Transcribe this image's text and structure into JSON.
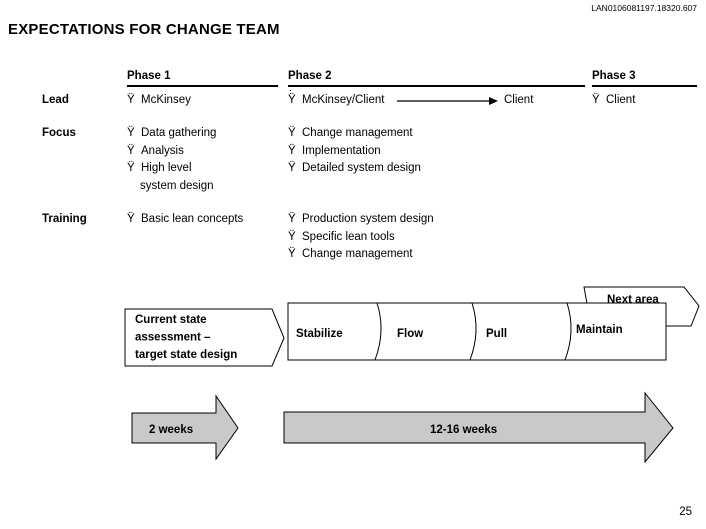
{
  "doc_id": "LAN0106081197.18320.607",
  "title": "EXPECTATIONS FOR CHANGE TEAM",
  "bullet_char": "Ÿ",
  "stray_mark": ".",
  "page_number": "25",
  "table": {
    "headers": [
      "Phase 1",
      "Phase 2",
      "Phase 3"
    ],
    "lead": {
      "label": "Lead",
      "phase1": "McKinsey",
      "phase2_from": "McKinsey/Client",
      "phase2_to": "Client",
      "phase3": "Client"
    },
    "focus": {
      "label": "Focus",
      "phase1": [
        "Data gathering",
        "Analysis",
        "High level",
        "system design"
      ],
      "phase2": [
        "Change management",
        "Implementation",
        "Detailed system design"
      ]
    },
    "training": {
      "label": "Training",
      "phase1": [
        "Basic lean concepts"
      ],
      "phase2": [
        "Production system design",
        "Specific lean tools",
        "Change management"
      ]
    }
  },
  "flow": {
    "next_area": "Next area",
    "current_state_lines": [
      "Current state",
      "assessment –",
      "target state design"
    ],
    "segments": [
      "Stabilize",
      "Flow",
      "Pull",
      "Maintain"
    ],
    "durations": [
      "2 weeks",
      "12-16 weeks"
    ]
  },
  "colors": {
    "arrow_fill": "#c9c9c9",
    "line": "#000000",
    "background": "#ffffff"
  }
}
